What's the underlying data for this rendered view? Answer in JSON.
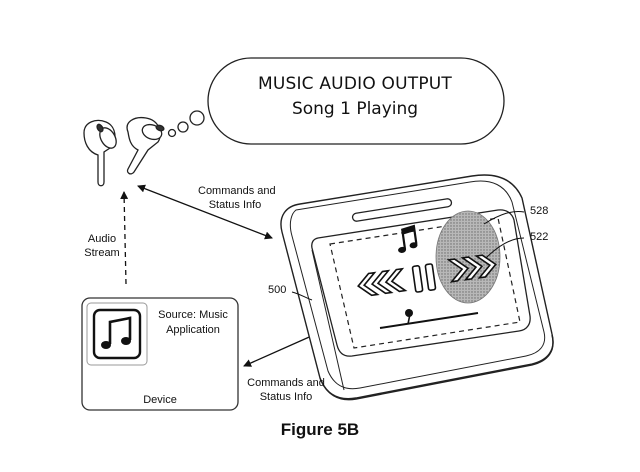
{
  "bubble": {
    "title": "MUSIC AUDIO OUTPUT",
    "subtitle": "Song 1 Playing"
  },
  "labels": {
    "commands_top_1": "Commands and",
    "commands_top_2": "Status Info",
    "audio_1": "Audio",
    "audio_2": "Stream",
    "source_1": "Source: Music",
    "source_2": "Application",
    "device": "Device",
    "commands_bottom_1": "Commands and",
    "commands_bottom_2": "Status Info",
    "ref_500": "500",
    "ref_528": "528",
    "ref_522": "522"
  },
  "caption": "Figure 5B",
  "icons": [
    "earbuds-icon",
    "music-note-icon",
    "music-app-icon",
    "rewind-icon",
    "pause-icon",
    "fast-forward-icon"
  ]
}
